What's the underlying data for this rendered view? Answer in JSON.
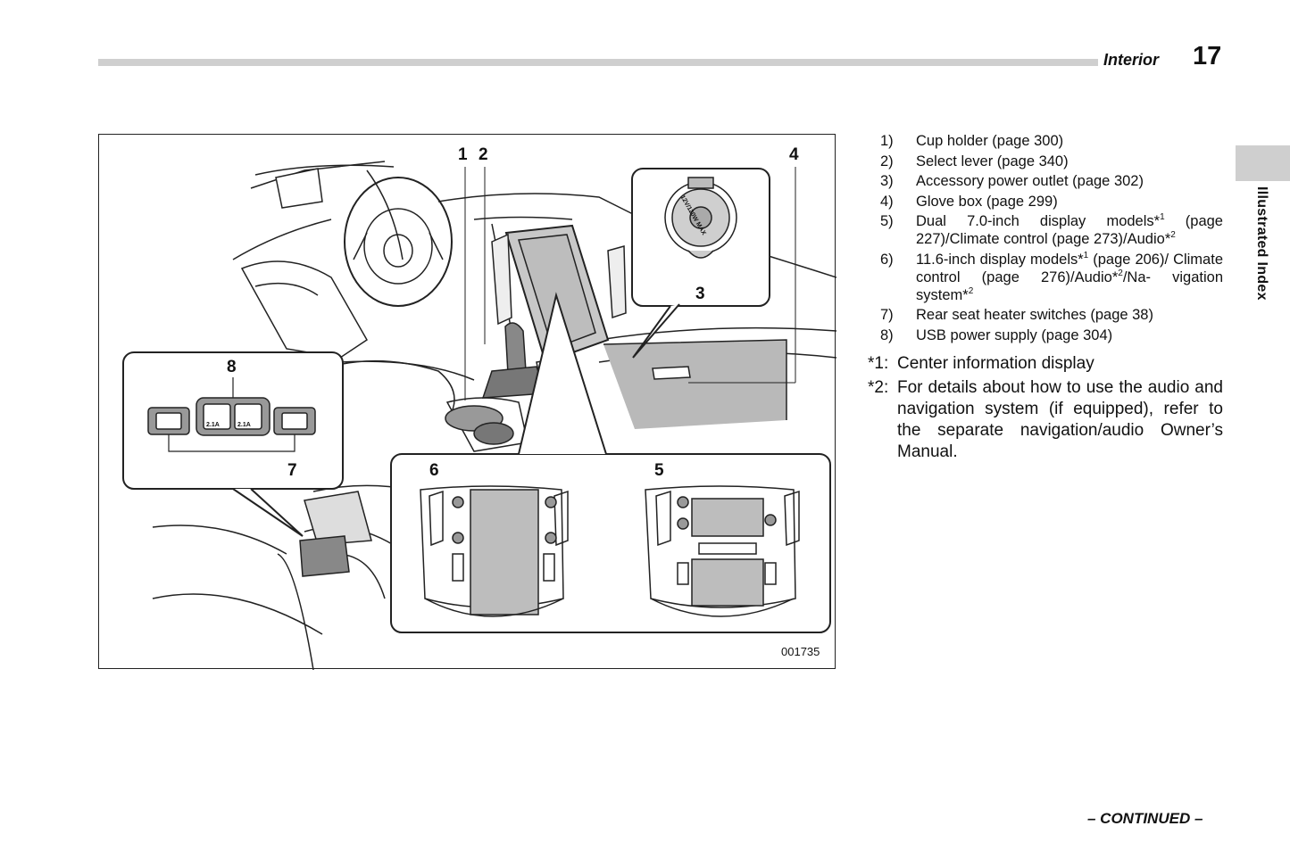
{
  "header": {
    "section": "Interior",
    "page_number": "17"
  },
  "side_tab": {
    "label": "Illustrated Index"
  },
  "figure": {
    "id": "001735",
    "callouts": [
      "1",
      "2",
      "3",
      "4",
      "5",
      "6",
      "7",
      "8"
    ],
    "usb_ports": [
      "2.1A",
      "2.1A"
    ],
    "outlet_text": "12V/120W MAX"
  },
  "legend": [
    {
      "num": "1)",
      "text": "Cup holder (page 300)"
    },
    {
      "num": "2)",
      "text": "Select lever (page 340)"
    },
    {
      "num": "3)",
      "text": "Accessory power outlet (page 302)"
    },
    {
      "num": "4)",
      "text": "Glove box (page 299)"
    },
    {
      "num": "5)",
      "pre": "Dual 7.0-inch display models*",
      "sup1": "1",
      "mid": " (page 227)/Climate control (page 273)/Audio*",
      "sup2": "2",
      "post": ""
    },
    {
      "num": "6)",
      "pre": "11.6-inch display models*",
      "sup1": "1",
      "mid": " (page 206)/ Climate control (page 276)/Audio*",
      "sup2": "2",
      "post": "/Na- vigation system*",
      "sup3": "2"
    },
    {
      "num": "7)",
      "text": "Rear seat heater switches (page 38)"
    },
    {
      "num": "8)",
      "text": "USB power supply (page 304)"
    }
  ],
  "notes": [
    {
      "mark": "*1:",
      "text": "Center information display"
    },
    {
      "mark": "*2:",
      "text": "For details about how to use the audio and navigation system (if equipped), refer to the separate navigation/audio Owner’s Manual."
    }
  ],
  "footer": {
    "continued": "– CONTINUED –"
  }
}
